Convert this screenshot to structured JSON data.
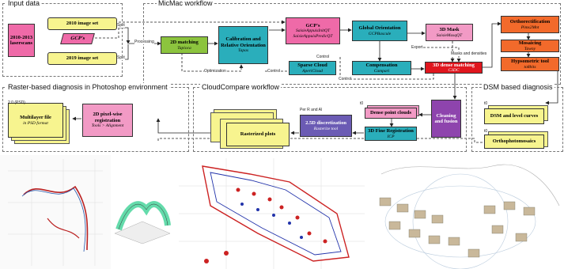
{
  "colors": {
    "yellow": "#f7f48f",
    "teal": "#2aaebb",
    "pink": "#ef6aa8",
    "green": "#8cc43e",
    "magenta_light": "#f29ac5",
    "red": "#e0161e",
    "orange": "#f26a2b",
    "purple": "#8e44ad",
    "indigo": "#6b5bb4",
    "arrow": "#222"
  },
  "panels": {
    "input": "Input data",
    "micmac": "MicMac workflow",
    "raster": "Raster-based diagnosis in Photoshop environment",
    "cloudcompare": "CloudCompare workflow",
    "dsm": "DSM based diagnosis"
  },
  "nodes": {
    "laserscans": {
      "title": "2010-2013 laserscans"
    },
    "set2010": {
      "title": "2010 image set"
    },
    "gcps_input": {
      "title": "GCP's"
    },
    "set2019": {
      "title": "2019 image set"
    },
    "matching2d": {
      "title": "2D matching",
      "sub": "Tapioca"
    },
    "calibration": {
      "title": "Calibration and Relative Orientation",
      "sub": "Tapas"
    },
    "gcps_micmac": {
      "title": "GCP's",
      "sub1": "SaisieAppuisInitQT",
      "sub2": "SaisieAppuisPredicQT"
    },
    "global_orient": {
      "title": "Global Orientation",
      "sub": "GCPBascule"
    },
    "mask3d": {
      "title": "3D Mask",
      "sub": "SaisieMasqQT"
    },
    "sparse": {
      "title": "Sparse Cloud",
      "sub": "AperiCloud"
    },
    "compensation": {
      "title": "Compensation",
      "sub": "Campari"
    },
    "dense_matching": {
      "title": "3D dense matching",
      "sub": "C3DC"
    },
    "orthorect": {
      "title": "Orthorectification",
      "sub": "Pims2Mnt"
    },
    "mosaicing": {
      "title": "Mosaicing",
      "sub": "Tawny"
    },
    "hypsometric": {
      "title": "Hypsometric tool",
      "sub": "to8bits"
    },
    "cleaning": {
      "title": "Cleaning and fusion"
    },
    "dense_clouds": {
      "title": "Dense point clouds"
    },
    "fine_reg": {
      "title": "3D Fine Registration",
      "sub": "ICP"
    },
    "discretization": {
      "title": "2.5D discretization",
      "sub": "Rasterize tool"
    },
    "rasterized": {
      "title": "Rasterized plots"
    },
    "registration2d": {
      "title": "2D pixel-wise registration",
      "sub": "Tools > Alignment"
    },
    "multilayer": {
      "title": "Multilayer file",
      "sub": "in PSD format"
    },
    "dsm_curves": {
      "title": "DSM and level curves"
    },
    "orthophotomosaics": {
      "title": "Orthophotomosaics"
    }
  },
  "edge_labels": {
    "split1": "Split",
    "split2": "Split",
    "processing": "Processing",
    "optimization": "Optimization",
    "control1": "Control",
    "control2": "Control",
    "control3": "Control",
    "export": "Export",
    "masks": "Masks and densities"
  },
  "stack_tags": {
    "multilayer": "2.0 (PSD)",
    "discretization": "Per R and Al",
    "dense_clouds": "t0",
    "dsm": "t0",
    "ortho": "t0"
  },
  "icons": [
    "laser-scan-cloud-icon",
    "point-cloud-3d-icon",
    "rasterized-plan-icon",
    "orthophoto-wireframe-icon"
  ]
}
